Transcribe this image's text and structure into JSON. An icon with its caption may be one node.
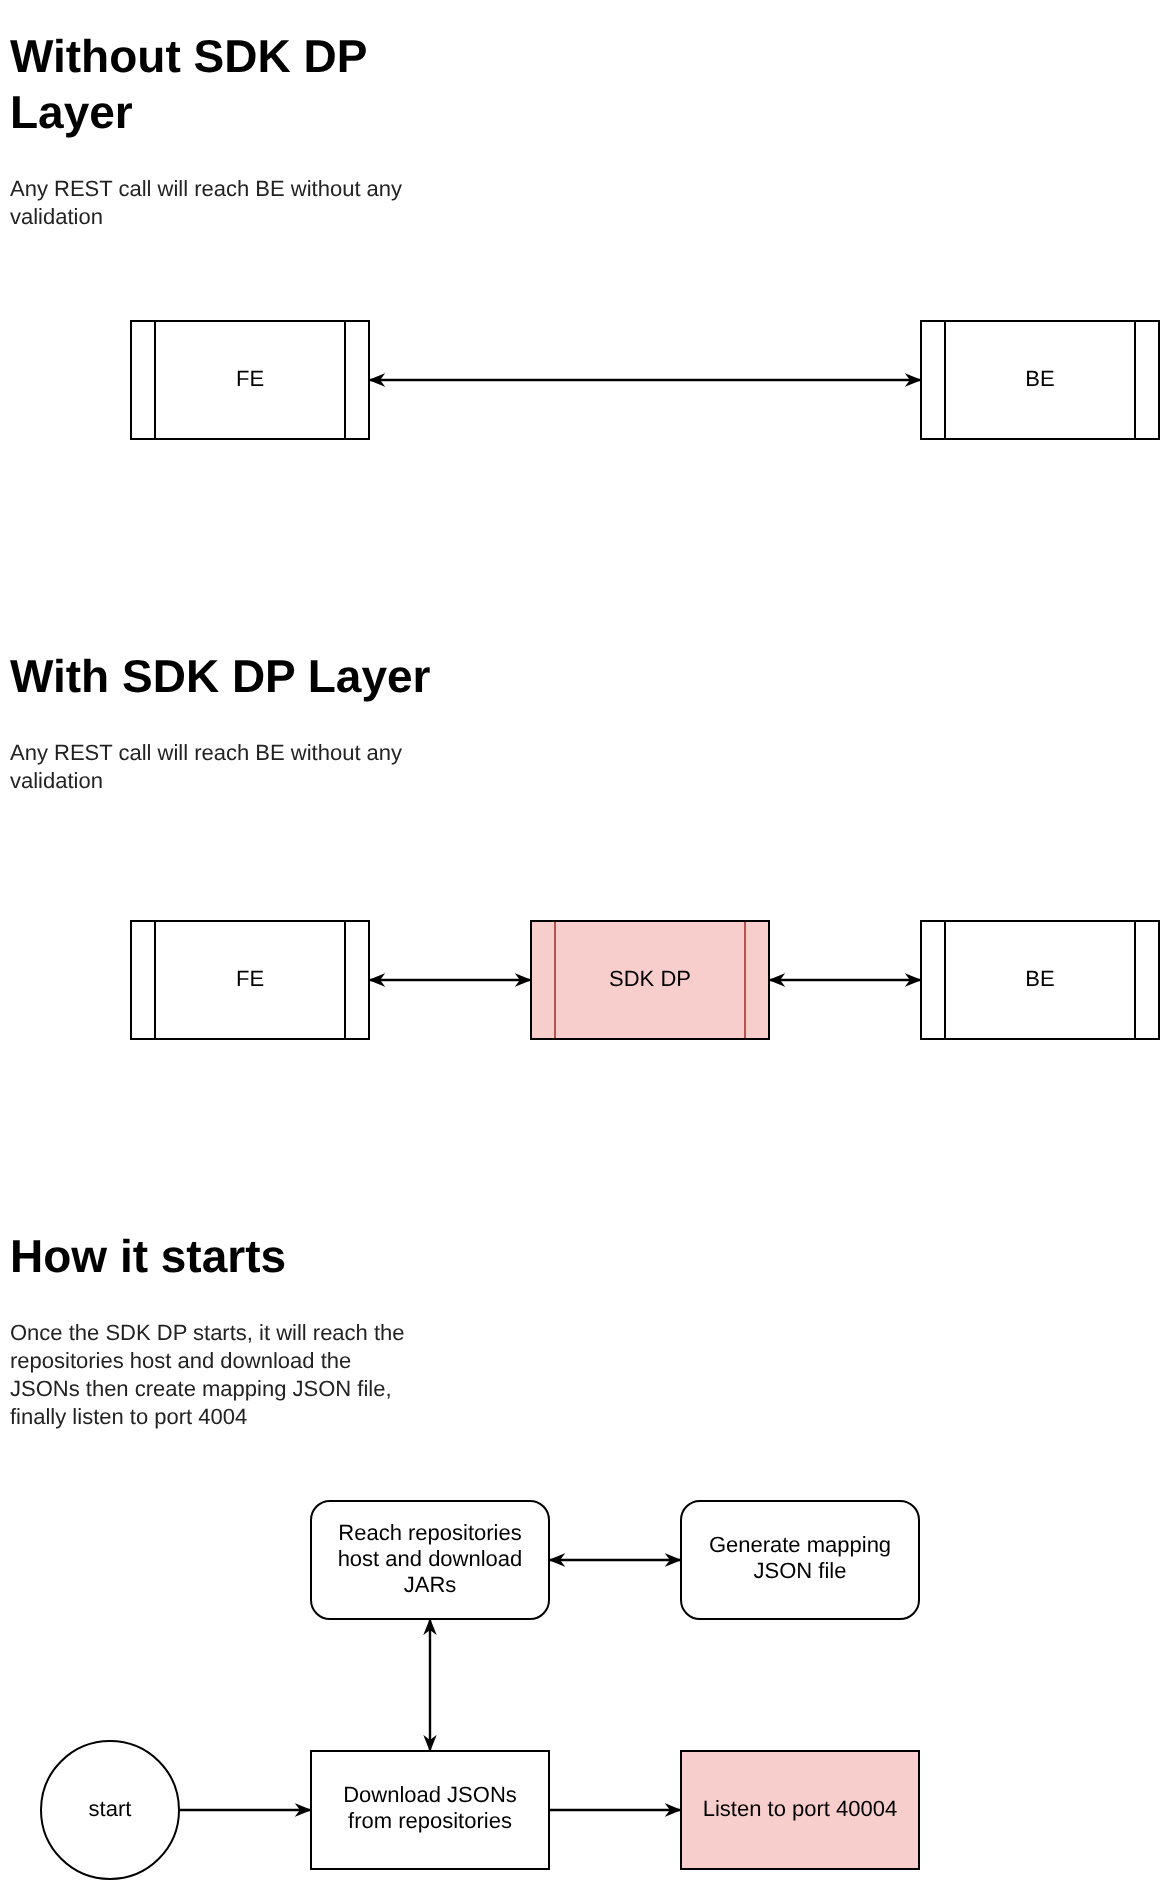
{
  "diagram": {
    "nodes": [
      {
        "text": [
          "FE"
        ]
      },
      {
        "text": [
          "BE"
        ]
      },
      {
        "text": [
          "FE"
        ]
      },
      {
        "text": [
          "SDK DP"
        ]
      },
      {
        "text": [
          "BE"
        ]
      },
      {
        "text": [
          "Reach repositories host and download JARs"
        ]
      },
      {
        "text": [
          "Generate mapping JSON file"
        ]
      },
      {
        "text": [
          "start"
        ]
      },
      {
        "text": [
          "Download JSONs from repositories"
        ]
      },
      {
        "text": [
          "Listen to port 40004"
        ]
      }
    ],
    "edges": [
      {
        "from": 0,
        "to": 1,
        "arrow": "both"
      },
      {
        "from": 2,
        "to": 3,
        "arrow": "both"
      },
      {
        "from": 3,
        "to": 4,
        "arrow": "both"
      },
      {
        "from": 5,
        "to": 6,
        "arrow": "both"
      },
      {
        "from": 5,
        "to": 8,
        "arrow": "both"
      },
      {
        "from": 7,
        "to": 8,
        "arrow": "to"
      },
      {
        "from": 8,
        "to": 9,
        "arrow": "to"
      }
    ],
    "labels": [
      "Without SDK DP Layer",
      "Any REST call will reach BE without any validation",
      "With SDK DP Layer",
      "Any REST call will reach BE without any validation",
      "How it starts",
      "Once the SDK DP starts, it will reach the repositories host and download the JSONs then create mapping JSON file, finally listen to port 4004"
    ]
  }
}
